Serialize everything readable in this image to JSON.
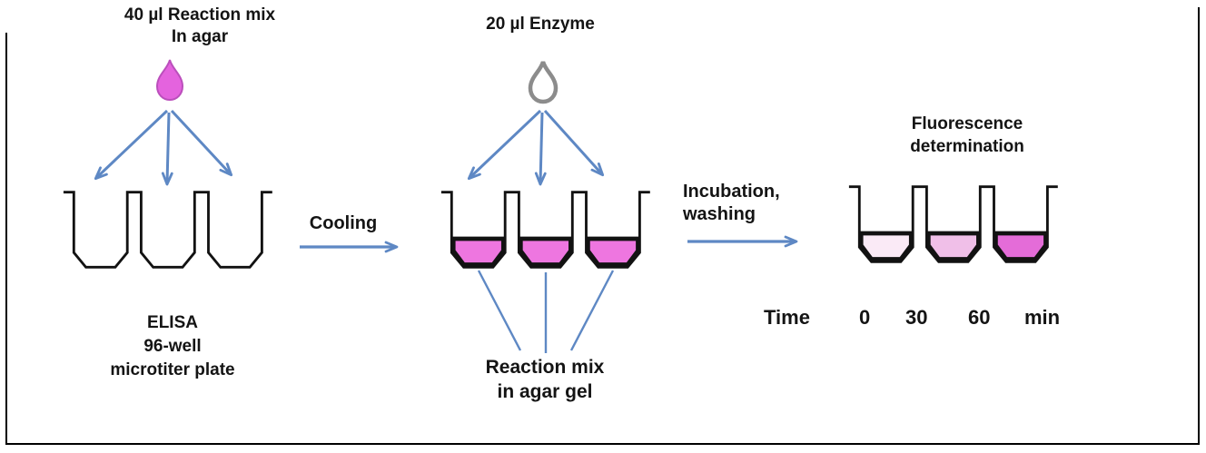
{
  "colors": {
    "arrow_blue": "#5e88c4",
    "diagram_black": "#121212",
    "drop_reaction_fill": "#e463de",
    "drop_reaction_stroke": "#bb4fbc",
    "drop_enzyme_stroke": "#8c8c8c",
    "gel_reaction_pink": "#ee76e0",
    "gel_time_0": "#faeaf6",
    "gel_time_30": "#f0bfe8",
    "gel_time_60": "#e46cd8"
  },
  "step1": {
    "title_line1": "40 µl Reaction mix",
    "title_line2": "In agar",
    "caption_line1": "ELISA",
    "caption_line2": "96-well",
    "caption_line3": "microtiter plate"
  },
  "transition1": {
    "label": "Cooling"
  },
  "step2": {
    "title": "20 µl Enzyme",
    "caption_line1": "Reaction mix",
    "caption_line2": "in agar gel"
  },
  "transition2": {
    "label_line1": "Incubation,",
    "label_line2": "washing"
  },
  "step3": {
    "title_line1": "Fluorescence",
    "title_line2": "determination",
    "time_label": "Time",
    "time_values": [
      "0",
      "30",
      "60"
    ],
    "time_unit": "min"
  }
}
